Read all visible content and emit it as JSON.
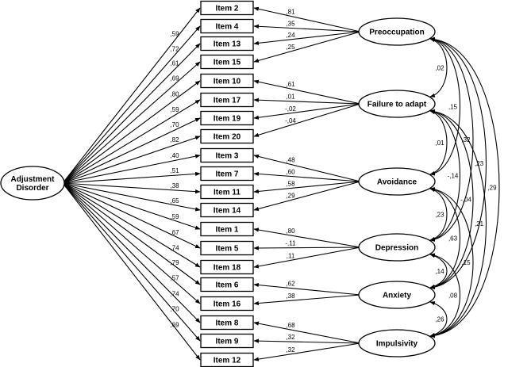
{
  "general_factor": {
    "label_line1": "Adjustment",
    "label_line2": "Disorder"
  },
  "items": [
    {
      "label": "Item 2",
      "loading": ",59",
      "factor": 0,
      "specific": ",81"
    },
    {
      "label": "Item 4",
      "loading": ",72",
      "factor": 0,
      "specific": ",35"
    },
    {
      "label": "Item 13",
      "loading": ",61",
      "factor": 0,
      "specific": ",24"
    },
    {
      "label": "Item 15",
      "loading": ",69",
      "factor": 0,
      "specific": ",25"
    },
    {
      "label": "Item 10",
      "loading": ",80",
      "factor": 1,
      "specific": ",61"
    },
    {
      "label": "Item 17",
      "loading": ",59",
      "factor": 1,
      "specific": ",01"
    },
    {
      "label": "Item 19",
      "loading": ",70",
      "factor": 1,
      "specific": "-,02"
    },
    {
      "label": "Item 20",
      "loading": ",82",
      "factor": 1,
      "specific": "-,04"
    },
    {
      "label": "Item 3",
      "loading": ",40",
      "factor": 2,
      "specific": ",48"
    },
    {
      "label": "Item 7",
      "loading": ",51",
      "factor": 2,
      "specific": ",60"
    },
    {
      "label": "Item 11",
      "loading": ",38",
      "factor": 2,
      "specific": ",58"
    },
    {
      "label": "Item 14",
      "loading": ",65",
      "factor": 2,
      "specific": ",29"
    },
    {
      "label": "Item 1",
      "loading": ",59",
      "factor": 3,
      "specific": ",80"
    },
    {
      "label": "Item 5",
      "loading": ",67",
      "factor": 3,
      "specific": "-,11"
    },
    {
      "label": "Item 18",
      "loading": ",74",
      "factor": 3,
      "specific": ",11"
    },
    {
      "label": "Item 6",
      "loading": ",79",
      "factor": 4,
      "specific": ",62"
    },
    {
      "label": "Item 16",
      "loading": ",57",
      "factor": 4,
      "specific": ",38"
    },
    {
      "label": "Item 8",
      "loading": ",74",
      "factor": 5,
      "specific": ",68"
    },
    {
      "label": "Item 9",
      "loading": ",70",
      "factor": 5,
      "specific": ",32"
    },
    {
      "label": "Item 12",
      "loading": ",69",
      "factor": 5,
      "specific": ",32"
    }
  ],
  "factors": [
    {
      "label": "Preoccupation"
    },
    {
      "label": "Failure to adapt"
    },
    {
      "label": "Avoidance"
    },
    {
      "label": "Depression"
    },
    {
      "label": "Anxiety"
    },
    {
      "label": "Impulsivity"
    }
  ],
  "correlations": [
    {
      "from": 0,
      "to": 1,
      "value": ",02"
    },
    {
      "from": 0,
      "to": 2,
      "value": ",15"
    },
    {
      "from": 0,
      "to": 3,
      "value": ",32"
    },
    {
      "from": 0,
      "to": 4,
      "value": ",23"
    },
    {
      "from": 0,
      "to": 5,
      "value": ",29"
    },
    {
      "from": 1,
      "to": 2,
      "value": ",01"
    },
    {
      "from": 1,
      "to": 3,
      "value": "-,14"
    },
    {
      "from": 1,
      "to": 4,
      "value": "-,04"
    },
    {
      "from": 1,
      "to": 5,
      "value": ",21"
    },
    {
      "from": 2,
      "to": 3,
      "value": ",23"
    },
    {
      "from": 2,
      "to": 4,
      "value": ",63"
    },
    {
      "from": 2,
      "to": 5,
      "value": ",15"
    },
    {
      "from": 3,
      "to": 4,
      "value": ",14"
    },
    {
      "from": 3,
      "to": 5,
      "value": ",08"
    },
    {
      "from": 4,
      "to": 5,
      "value": ",26"
    }
  ]
}
